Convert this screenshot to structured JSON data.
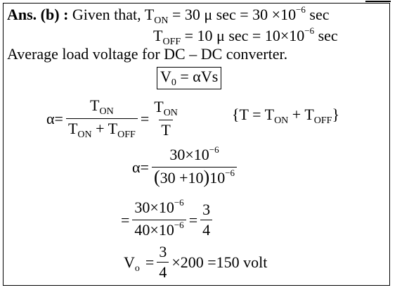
{
  "header": {
    "label": "Ans. (b) :",
    "given": "Given that,",
    "t_on_line": "= 30 μ sec = 30 ×10",
    "t_off_line": "= 10 μ sec = 10×10",
    "exp": "−6",
    "sec": "sec"
  },
  "symbols": {
    "T": "T",
    "on": "ON",
    "off": "OFF",
    "alpha": "α",
    "V": "V",
    "o": "o",
    "zero": "0"
  },
  "statement": "Average load voltage for DC – DC converter.",
  "boxed": {
    "rhs": "= αVs"
  },
  "eq1": {
    "eq": "=",
    "plus": "+",
    "brace_open": "{T = T",
    "brace_close": "}"
  },
  "eq2": {
    "num": "30×10",
    "den_a": "(30 +10)10",
    "den_paren_a": "(",
    "den_inner": "30 +10",
    "den_paren_b": ")",
    "den_tail": "10"
  },
  "eq3": {
    "num": "30×10",
    "den": "40×10",
    "rnum": "3",
    "rden": "4"
  },
  "eq4": {
    "rest": "×200 =150 volt",
    "num": "3",
    "den": "4"
  }
}
